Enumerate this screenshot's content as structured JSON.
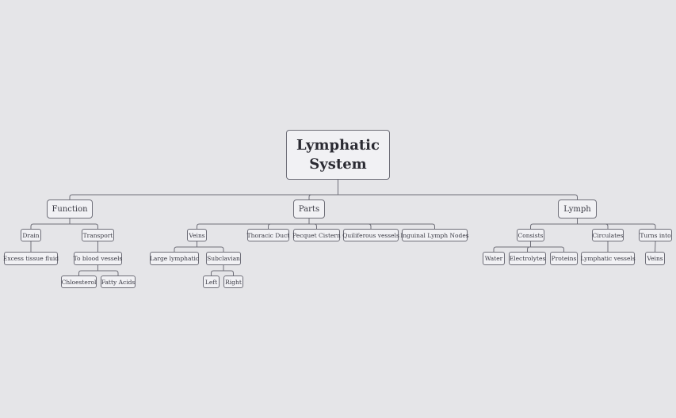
{
  "diagram": {
    "root": "Lymphatic System",
    "branches": [
      {
        "label": "Function",
        "children": [
          {
            "label": "Drain",
            "children": [
              {
                "label": "Excess tissue fluid"
              }
            ]
          },
          {
            "label": "Transport",
            "children": [
              {
                "label": "To blood vessels",
                "children": [
                  {
                    "label": "Chloesterol"
                  },
                  {
                    "label": "Fatty Acids"
                  }
                ]
              }
            ]
          }
        ]
      },
      {
        "label": "Parts",
        "children": [
          {
            "label": "Veins",
            "children": [
              {
                "label": "Large lymphatic"
              },
              {
                "label": "Subclavian",
                "children": [
                  {
                    "label": "Left"
                  },
                  {
                    "label": "Right"
                  }
                ]
              }
            ]
          },
          {
            "label": "Thoracic Duct"
          },
          {
            "label": "Pecquet Cistern"
          },
          {
            "label": "Quiliferous vessels"
          },
          {
            "label": "Inguinal Lymph Nodes"
          }
        ]
      },
      {
        "label": "Lymph",
        "children": [
          {
            "label": "Consists",
            "children": [
              {
                "label": "Water"
              },
              {
                "label": "Electrolytes"
              },
              {
                "label": "Proteins"
              }
            ]
          },
          {
            "label": "Circulates",
            "children": [
              {
                "label": "Lymphatic vessels"
              }
            ]
          },
          {
            "label": "Turns into",
            "children": [
              {
                "label": "Veins"
              }
            ]
          }
        ]
      }
    ]
  },
  "colors": {
    "background": "#e5e5e8",
    "node_fill": "#f1f1f4",
    "line": "#6e6e78"
  }
}
